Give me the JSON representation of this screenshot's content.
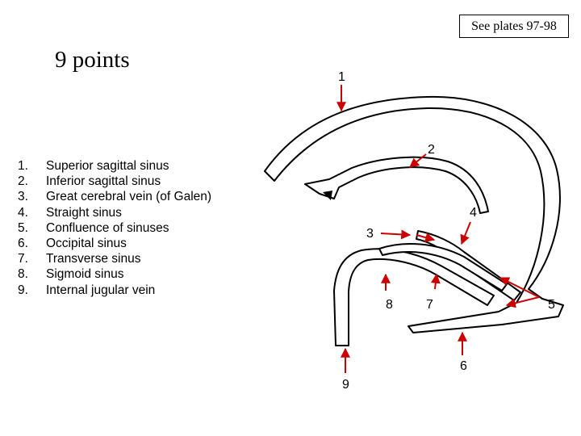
{
  "header": {
    "plates_note": "See plates 97-98",
    "title": "9 points"
  },
  "legend": [
    {
      "num": "1.",
      "label": "Superior sagittal sinus"
    },
    {
      "num": "2.",
      "label": "Inferior sagittal sinus"
    },
    {
      "num": "3.",
      "label": "Great cerebral vein (of Galen)"
    },
    {
      "num": "4.",
      "label": "Straight sinus"
    },
    {
      "num": "5.",
      "label": "Confluence of sinuses"
    },
    {
      "num": "6.",
      "label": "Occipital sinus"
    },
    {
      "num": "7.",
      "label": "Transverse sinus"
    },
    {
      "num": "8.",
      "label": "Sigmoid sinus"
    },
    {
      "num": "9.",
      "label": "Internal jugular vein"
    }
  ],
  "diagram": {
    "markers": [
      "1",
      "2",
      "3",
      "4",
      "5",
      "6",
      "7",
      "8",
      "9"
    ],
    "arrow_color": "#cc0000",
    "outline_color": "#000000"
  }
}
